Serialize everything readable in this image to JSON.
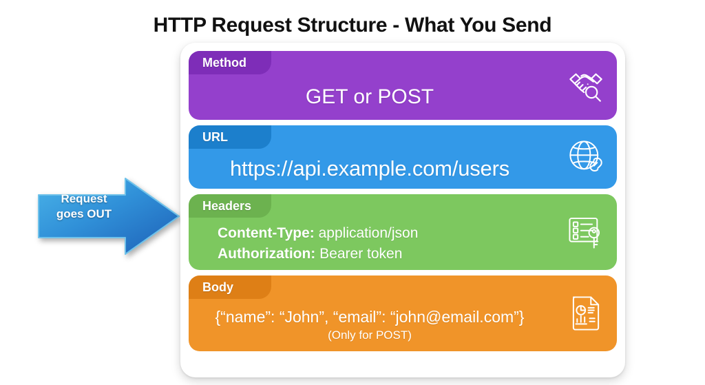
{
  "title": "HTTP Request Structure - What You Send",
  "colors": {
    "method": "#9440cc",
    "method_tab": "#7e2db8",
    "url": "#3399e8",
    "url_tab": "#1c7fcc",
    "headers": "#7dc85f",
    "headers_tab": "#6cb24f",
    "body": "#f09429",
    "body_tab": "#de7f16",
    "arrow_light": "#3ea7e0",
    "arrow_dark": "#1f5fb8",
    "title_text": "#111111"
  },
  "arrow": {
    "line1": "Request",
    "line2": "goes OUT",
    "icon": "arrow-right-icon",
    "direction": "right"
  },
  "rows": [
    {
      "key": "method",
      "tab": "Method",
      "value": "GET or POST",
      "icon": "handshake-magnifier-icon"
    },
    {
      "key": "url",
      "tab": "URL",
      "value": "https://api.example.com/users",
      "icon": "globe-link-icon"
    },
    {
      "key": "headers",
      "tab": "Headers",
      "icon": "checklist-key-icon",
      "lines": [
        {
          "name": "Content-Type:",
          "value": "application/json"
        },
        {
          "name": "Authorization:",
          "value": "Bearer token"
        }
      ]
    },
    {
      "key": "body",
      "tab": "Body",
      "value": "{“name”: “John”, “email”: “john@email.com”}",
      "note": "(Only for POST)",
      "icon": "document-chart-icon"
    }
  ]
}
